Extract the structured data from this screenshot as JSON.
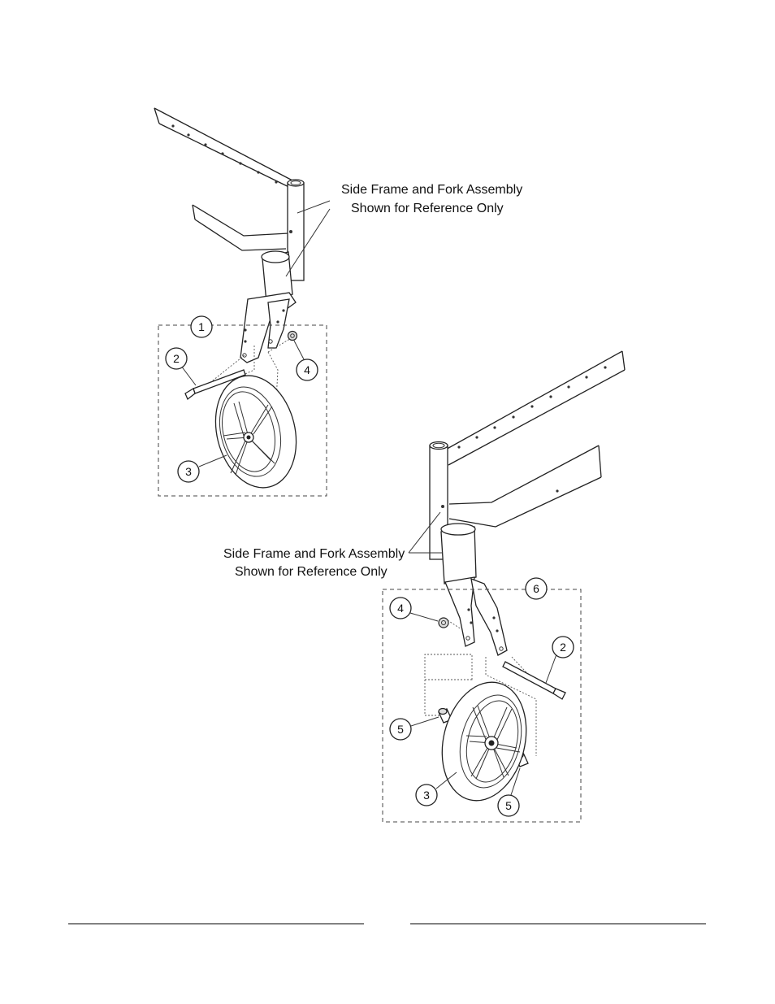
{
  "top_diagram": {
    "reference_note": [
      "Side Frame and Fork Assembly",
      "Shown for Reference Only"
    ],
    "callouts": {
      "kit": "1",
      "bolt": "2",
      "wheel": "3",
      "nut": "4"
    }
  },
  "bottom_diagram": {
    "reference_note": [
      "Side Frame and Fork Assembly",
      "Shown for Reference Only"
    ],
    "callouts": {
      "kit": "6",
      "bolt": "2",
      "wheel": "3",
      "nut": "4",
      "spacer_left": "5",
      "spacer_right": "5"
    }
  }
}
